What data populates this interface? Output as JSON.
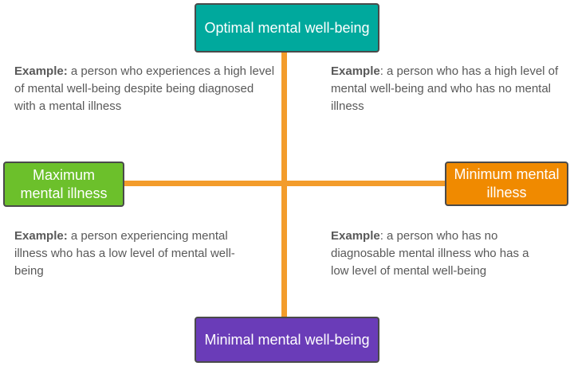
{
  "diagram": {
    "boxes": {
      "top": {
        "label": "Optimal mental well-being",
        "color": "#00a99d"
      },
      "bottom": {
        "label": "Minimal mental well-being",
        "color": "#6a3cb8"
      },
      "left": {
        "label": "Maximum mental illness",
        "color": "#6cc02b"
      },
      "right": {
        "label": "Minimum mental illness",
        "color": "#f08a00"
      }
    },
    "axis_color": "#f39c2b",
    "examples": {
      "top_left": {
        "prefix": "Example:",
        "text": " a person who experiences a high level of mental well-being despite being diagnosed with a mental illness"
      },
      "top_right": {
        "prefix": "Example",
        "text": ": a person who has a high level of mental well-being and who has no mental illness"
      },
      "bottom_left": {
        "prefix": "Example:",
        "text": " a person experiencing mental illness who has a low level of mental well-being"
      },
      "bottom_right": {
        "prefix": "Example",
        "text": ": a person who has no diagnosable mental illness who has a low level of mental well-being"
      }
    }
  }
}
